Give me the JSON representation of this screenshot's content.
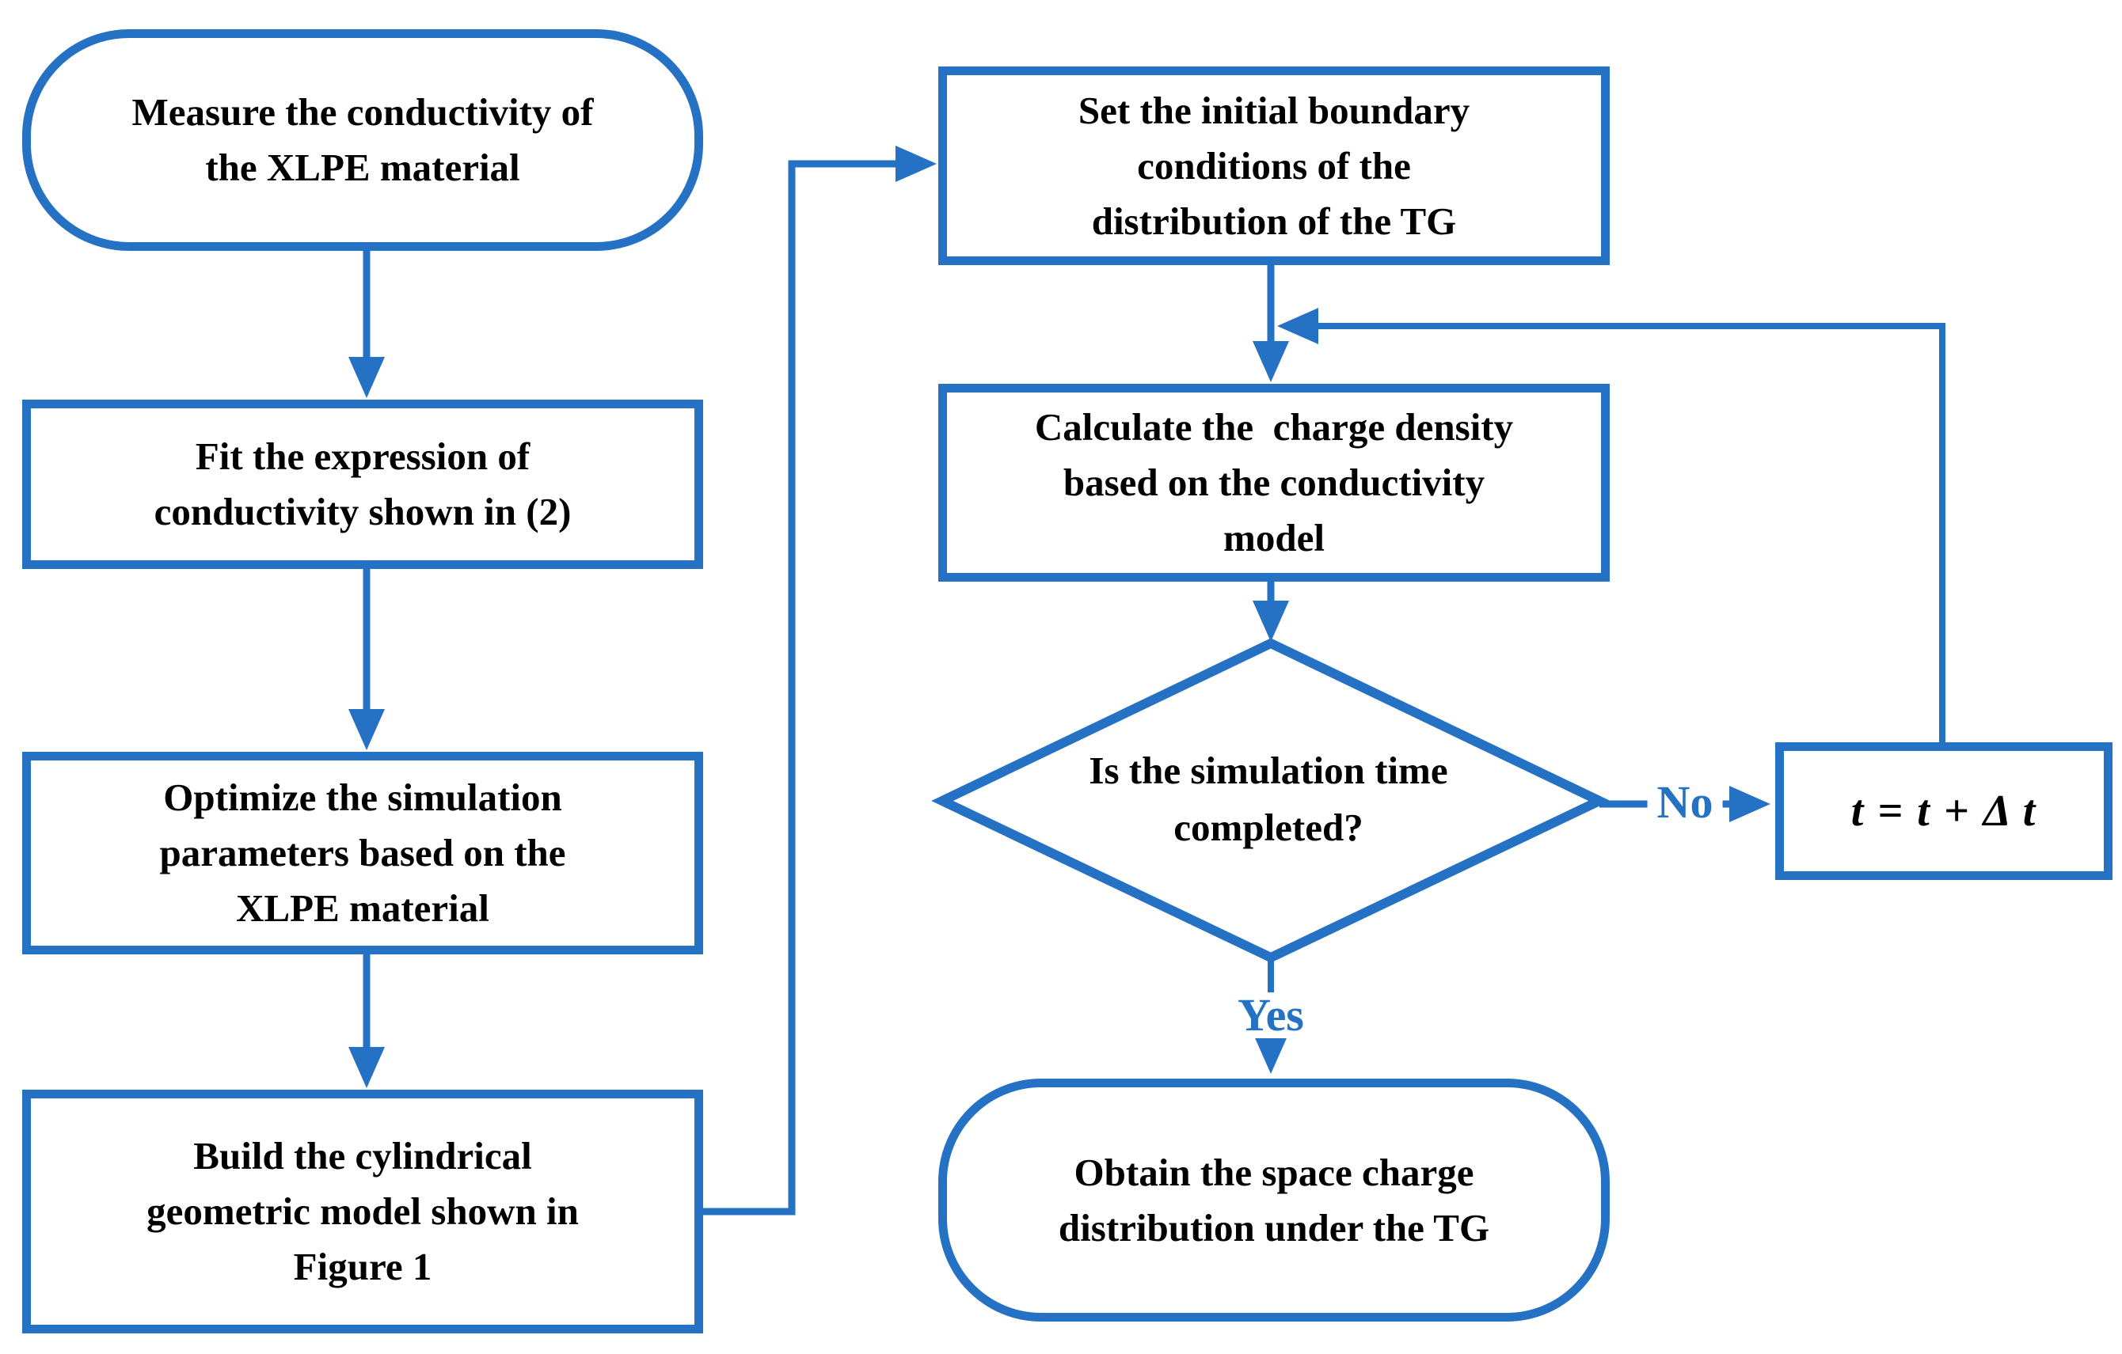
{
  "figure": {
    "kind": "flowchart",
    "description": "Simulation procedure flowchart for space charge under temperature gradient (TG) in XLPE"
  },
  "palette": {
    "accent_blue": "#2572c4",
    "text_black": "#000000",
    "background": "#ffffff"
  },
  "nodes": {
    "measure": {
      "shape": "terminator",
      "lines": [
        "Measure the conductivity of",
        "the XLPE material"
      ]
    },
    "fit": {
      "shape": "process",
      "lines": [
        "Fit the expression of",
        "conductivity shown in (2)"
      ]
    },
    "optimize": {
      "shape": "process",
      "lines": [
        "Optimize the simulation",
        "parameters based on the",
        "XLPE material"
      ]
    },
    "build": {
      "shape": "process",
      "lines": [
        "Build the cylindrical",
        "geometric model shown in",
        "Figure 1"
      ]
    },
    "set_boundary": {
      "shape": "process",
      "lines": [
        "Set the initial boundary",
        "conditions of the",
        "distribution of the TG"
      ]
    },
    "calculate": {
      "shape": "process",
      "lines": [
        "Calculate the  charge density",
        "based on the conductivity",
        "model"
      ]
    },
    "decision": {
      "shape": "decision",
      "lines": [
        "Is the simulation time",
        "completed?"
      ]
    },
    "increment": {
      "shape": "process",
      "formula": "t = t + Δ t"
    },
    "obtain": {
      "shape": "terminator",
      "lines": [
        "Obtain the space charge",
        "distribution under the TG"
      ]
    }
  },
  "edge_labels": {
    "yes": "Yes",
    "no": "No"
  }
}
